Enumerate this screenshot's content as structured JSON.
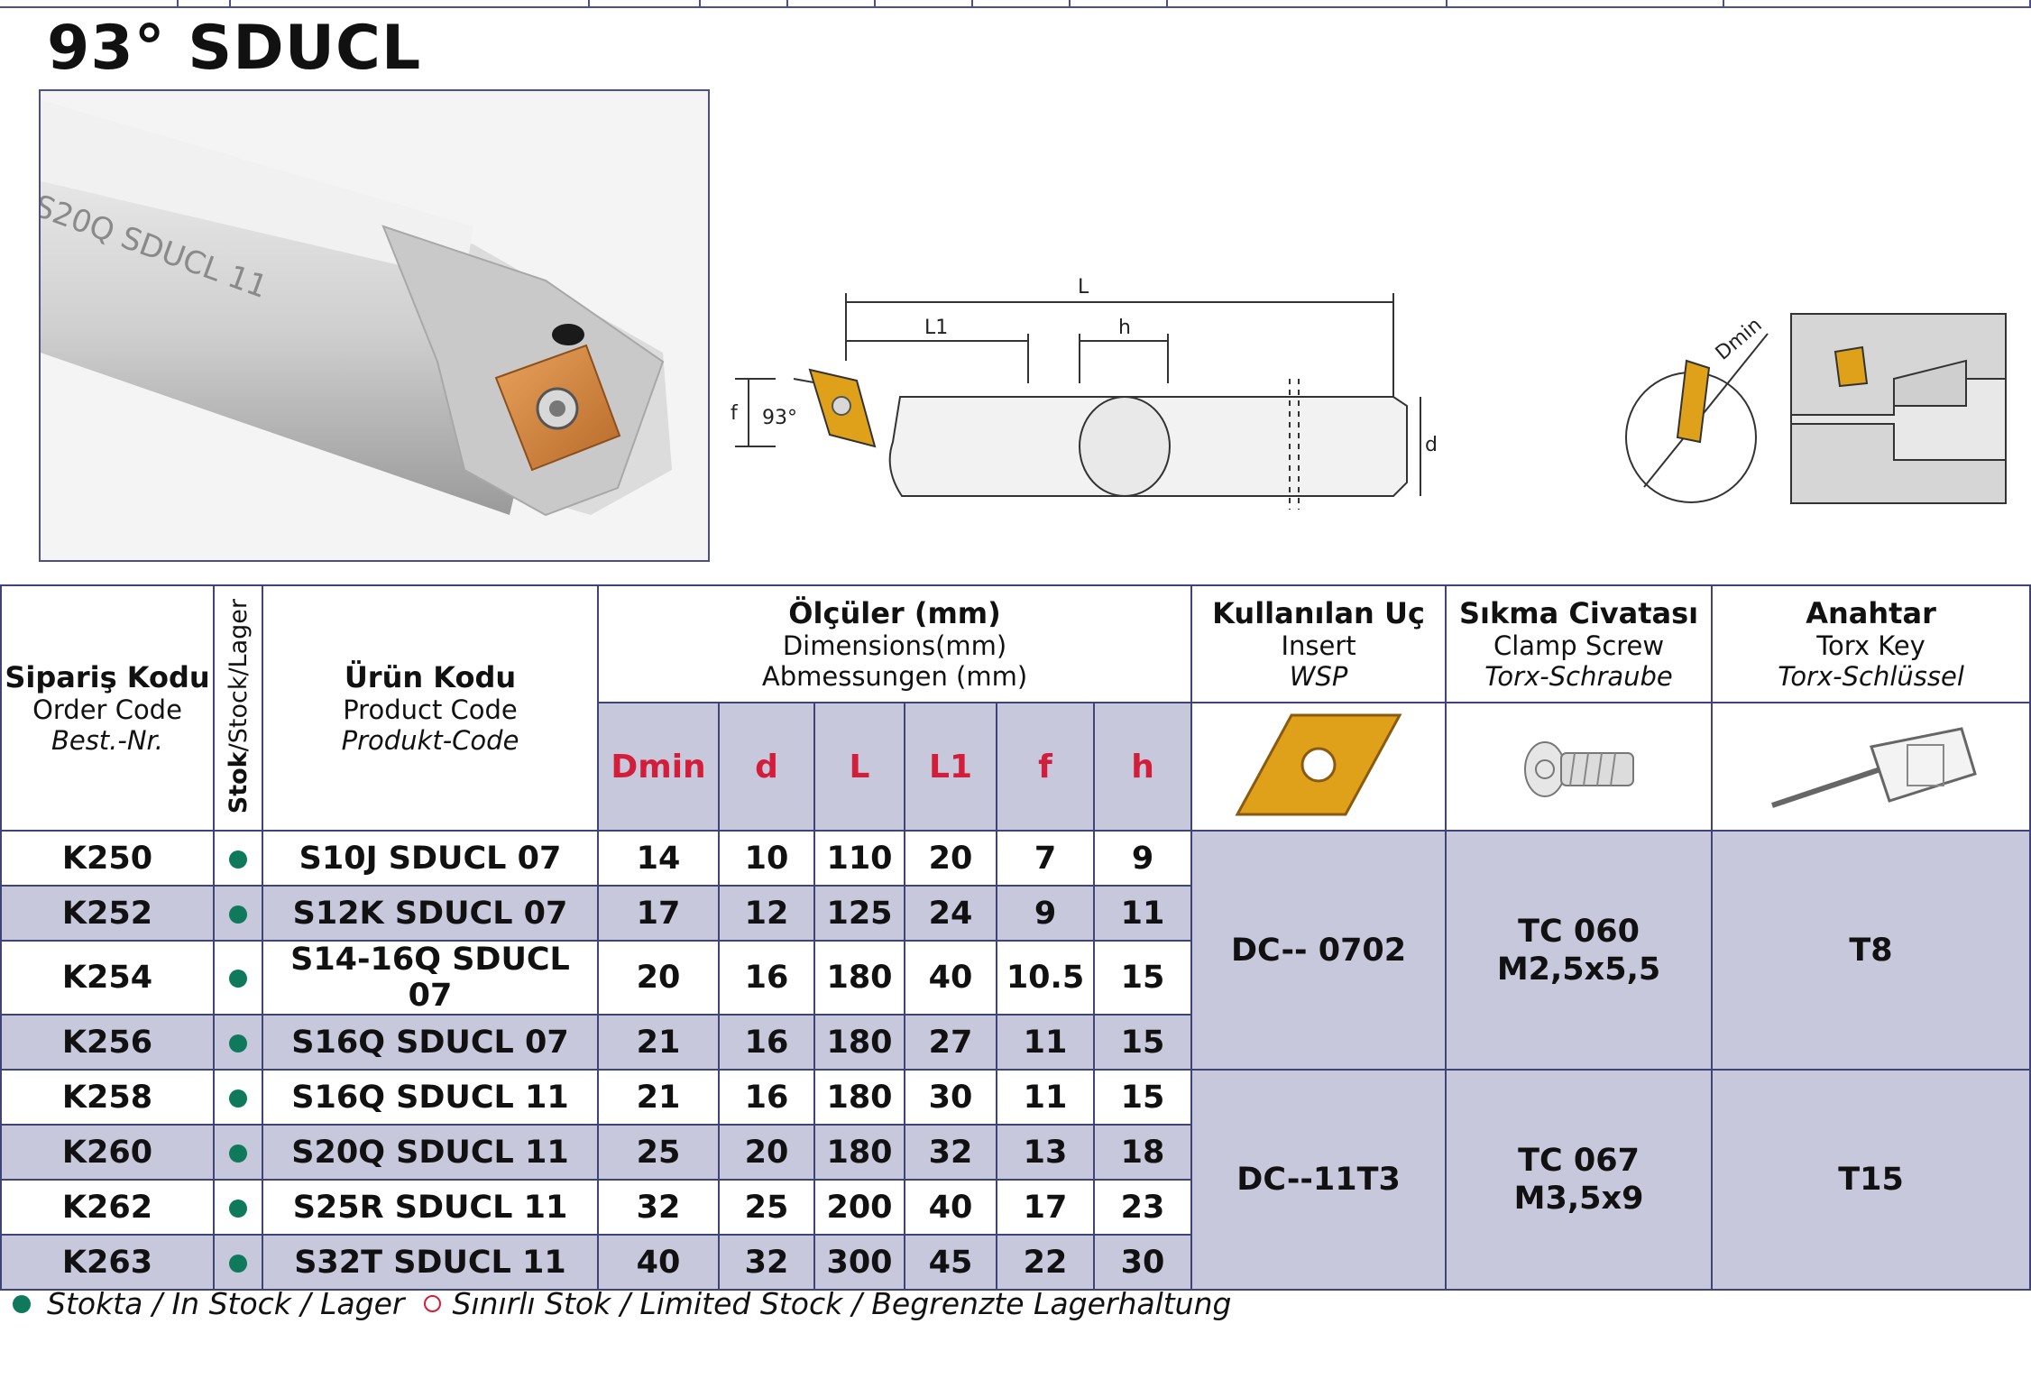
{
  "title": "93° SDUCL",
  "photo": {
    "engraving": "S20Q SDUCL 11"
  },
  "drawing_labels": {
    "L": "L",
    "L1": "L1",
    "h": "h",
    "f": "f",
    "d": "d",
    "angle": "93°",
    "dmin": "Dmin"
  },
  "headers": {
    "order": {
      "tr": "Sipariş Kodu",
      "en": "Order Code",
      "de": "Best.-Nr."
    },
    "stock": {
      "tr": "Stok",
      "rest": "/Stock/Lager"
    },
    "product": {
      "tr": "Ürün Kodu",
      "en": "Product Code",
      "de": "Produkt-Code"
    },
    "dimensions": {
      "tr": "Ölçüler (mm)",
      "en": "Dimensions(mm)",
      "de": "Abmessungen (mm)"
    },
    "insert": {
      "tr": "Kullanılan Uç",
      "en": "Insert",
      "de": "WSP"
    },
    "screw": {
      "tr": "Sıkma Civatası",
      "en": "Clamp Screw",
      "de": "Torx-Schraube"
    },
    "key": {
      "tr": "Anahtar",
      "en": "Torx Key",
      "de": "Torx-Schlüssel"
    },
    "dims": [
      "Dmin",
      "d",
      "L",
      "L1",
      "f",
      "h"
    ]
  },
  "rows": [
    {
      "order": "K250",
      "product": "S10J SDUCL 07",
      "dmin": "14",
      "d": "10",
      "L": "110",
      "L1": "20",
      "f": "7",
      "h": "9"
    },
    {
      "order": "K252",
      "product": "S12K SDUCL 07",
      "dmin": "17",
      "d": "12",
      "L": "125",
      "L1": "24",
      "f": "9",
      "h": "11"
    },
    {
      "order": "K254",
      "product": "S14-16Q SDUCL 07",
      "dmin": "20",
      "d": "16",
      "L": "180",
      "L1": "40",
      "f": "10.5",
      "h": "15"
    },
    {
      "order": "K256",
      "product": "S16Q SDUCL 07",
      "dmin": "21",
      "d": "16",
      "L": "180",
      "L1": "27",
      "f": "11",
      "h": "15"
    },
    {
      "order": "K258",
      "product": "S16Q SDUCL 11",
      "dmin": "21",
      "d": "16",
      "L": "180",
      "L1": "30",
      "f": "11",
      "h": "15"
    },
    {
      "order": "K260",
      "product": "S20Q SDUCL 11",
      "dmin": "25",
      "d": "20",
      "L": "180",
      "L1": "32",
      "f": "13",
      "h": "18"
    },
    {
      "order": "K262",
      "product": "S25R SDUCL 11",
      "dmin": "32",
      "d": "25",
      "L": "200",
      "L1": "40",
      "f": "17",
      "h": "23"
    },
    {
      "order": "K263",
      "product": "S32T SDUCL 11",
      "dmin": "40",
      "d": "32",
      "L": "300",
      "L1": "45",
      "f": "22",
      "h": "30"
    }
  ],
  "groups": [
    {
      "insert": "DC-- 0702",
      "screw_code": "TC 060",
      "screw_size": "M2,5x5,5",
      "key": "T8"
    },
    {
      "insert": "DC--11T3",
      "screw_code": "TC 067",
      "screw_size": "M3,5x9",
      "key": "T15"
    }
  ],
  "legend": {
    "in_stock": "Stokta / In Stock / Lager",
    "limited": "Sınırlı Stok / Limited Stock / Begrenzte Lagerhaltung"
  },
  "colors": {
    "frame": "#3e4378",
    "shade": "#c8c8dc",
    "dim_header": "#d21e3a",
    "stock_dot": "#0f7a5b",
    "insert_gold": "#e0a11a"
  }
}
